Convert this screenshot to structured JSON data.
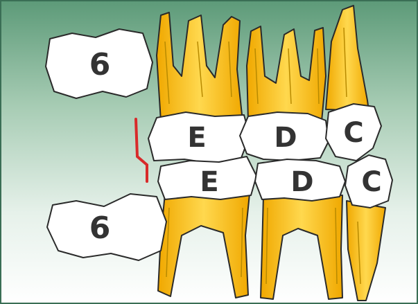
{
  "diagram": {
    "upper_molar_label": "6",
    "lower_molar_label": "6",
    "upper_teeth": [
      "E",
      "D",
      "C"
    ],
    "lower_teeth": [
      "E",
      "D",
      "C"
    ]
  },
  "colors": {
    "background_top": "#5c9a78",
    "background_bottom": "#ffffff",
    "root_fill": "#f4b81c",
    "root_highlight": "#ffd84e",
    "crown_fill": "#ffffff",
    "outline": "#2a2a2a",
    "step_marker": "#d82a2a"
  }
}
